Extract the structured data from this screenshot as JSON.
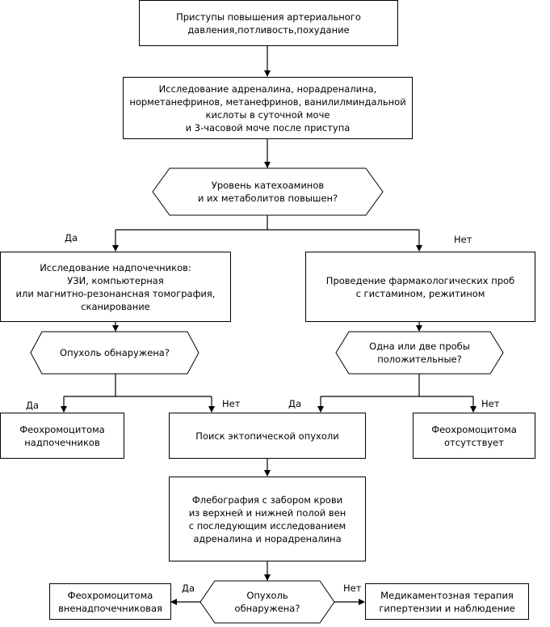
{
  "nodes": {
    "symptoms": "Приступы повышения артериального\nдавления,потливость,похудание",
    "urine_test": "Исследование адреналина, норадреналина,\nнорметанефринов, метанефринов, ванилилминдальной\nкислоты в суточной моче\nи 3-часовой моче после приступа",
    "catechol_question": "Уровень катехоаминов\nи их метаболитов повышен?",
    "adrenal_imaging": "Исследование надпочечников:\nУЗИ, компьютерная\nили магнитно-резонансная томография,\nсканирование",
    "pharm_tests": "Проведение фармакологических проб\nс гистамином, режитином",
    "tumor_question_1": "Опухоль обнаружена?",
    "tests_question": "Одна или две пробы\nположительные?",
    "pheo_adrenal": "Феохромоцитома\nнадпочечников",
    "ectopic_search": "Поиск эктопической опухоли",
    "pheo_absent": "Феохромоцитома\nотсутствует",
    "phlebography": "Флебография с забором крови\nиз верхней и нижней полой вен\nс последующим исследованием\nадреналина и норадреналина",
    "pheo_extra": "Феохромоцитома\nвненадпочечниковая",
    "tumor_question_2": "Опухоль обнаружена?",
    "med_therapy": "Медикаментозная терапия\nгипертензии и наблюдение"
  },
  "labels": {
    "yes_1": "Да",
    "no_1": "Нет",
    "yes_2": "Да",
    "no_2": "Нет",
    "yes_3": "Да",
    "no_3": "Нет",
    "yes_4": "Да",
    "no_4": "Нет"
  }
}
